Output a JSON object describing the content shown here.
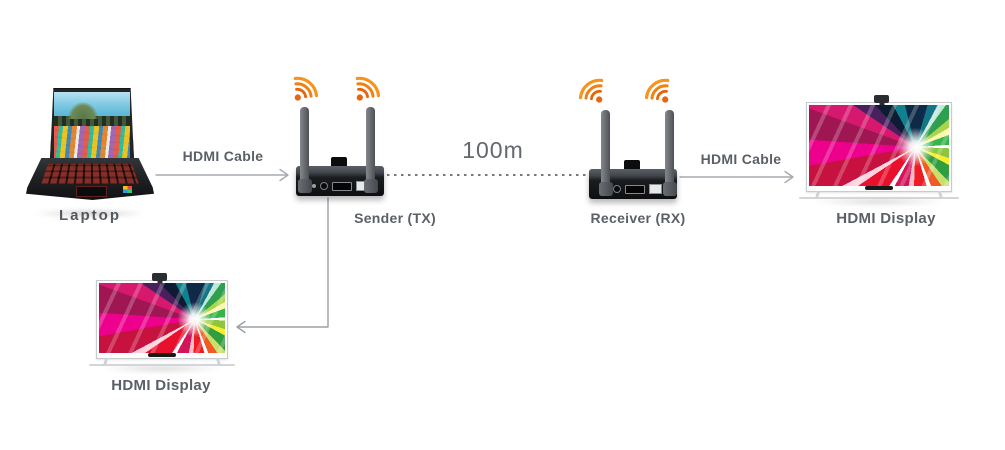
{
  "nodes": {
    "laptop": {
      "label": "Laptop"
    },
    "sender": {
      "label": "Sender (TX)"
    },
    "receiver": {
      "label": "Receiver (RX)"
    },
    "display_main": {
      "label": "HDMI Display"
    },
    "display_secondary": {
      "label": "HDMI Display"
    }
  },
  "connections": {
    "laptop_to_sender": {
      "label": "HDMI Cable",
      "type": "arrow"
    },
    "sender_to_receiver": {
      "label": "100m",
      "type": "dotted-wireless-link"
    },
    "receiver_to_display": {
      "label": "HDMI Cable",
      "type": "arrow"
    },
    "sender_to_secondary_display": {
      "type": "elbow-arrow"
    }
  },
  "icons": {
    "sender_wifi_count": 2,
    "receiver_wifi_count": 2,
    "wifi_icon_name": "wifi-signal-icon"
  },
  "colors": {
    "label_text": "#5b6067",
    "distance_text": "#63686e",
    "wifi_orange": "#F7941E",
    "wifi_orange_deep": "#E8650D",
    "connector_grey": "#a6abb0",
    "dotted_line": "#4b4b4b",
    "antenna_grey": "#6e7277",
    "device_body": "#17191c"
  }
}
